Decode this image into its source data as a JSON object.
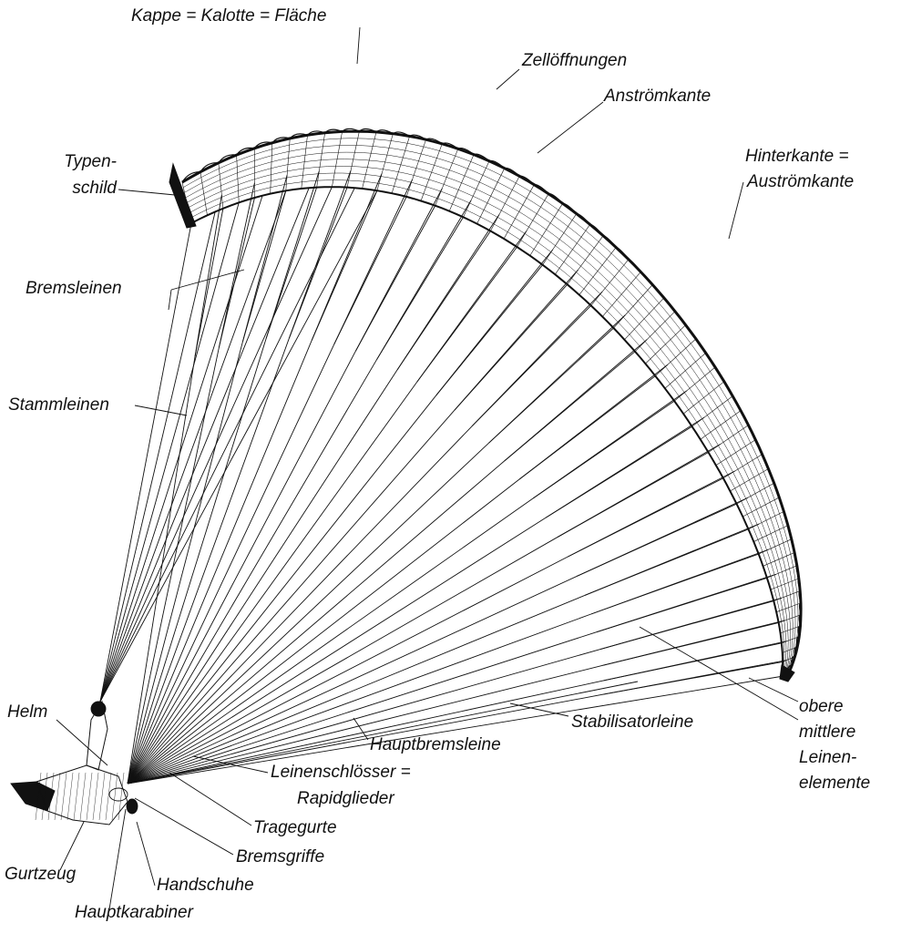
{
  "diagram": {
    "labels": {
      "kappe": "Kappe = Kalotte = Fläche",
      "zelloeffnungen": "Zellöffnungen",
      "anstroemkante": "Anströmkante",
      "typenschild_1": "Typen-",
      "typenschild_2": "schild",
      "hinterkante_1": "Hinterkante =",
      "hinterkante_2": "Auströmkante",
      "bremsleinen": "Bremsleinen",
      "stammleinen": "Stammleinen",
      "helm": "Helm",
      "hauptbremsleine": "Hauptbremsleine",
      "stabilisatorleine": "Stabilisatorleine",
      "leinenelemente_1": "obere",
      "leinenelemente_2": "mittlere",
      "leinenelemente_3": "Leinen-",
      "leinenelemente_4": "elemente",
      "leinenschloesser_1": "Leinenschlösser =",
      "leinenschloesser_2": "Rapidglieder",
      "tragegurte": "Tragegurte",
      "bremsgriffe": "Bremsgriffe",
      "gurtzeug": "Gurtzeug",
      "handschuhe": "Handschuhe",
      "hauptkarabiner": "Hauptkarabiner"
    },
    "colors": {
      "ink": "#111111",
      "background": "#ffffff"
    }
  }
}
